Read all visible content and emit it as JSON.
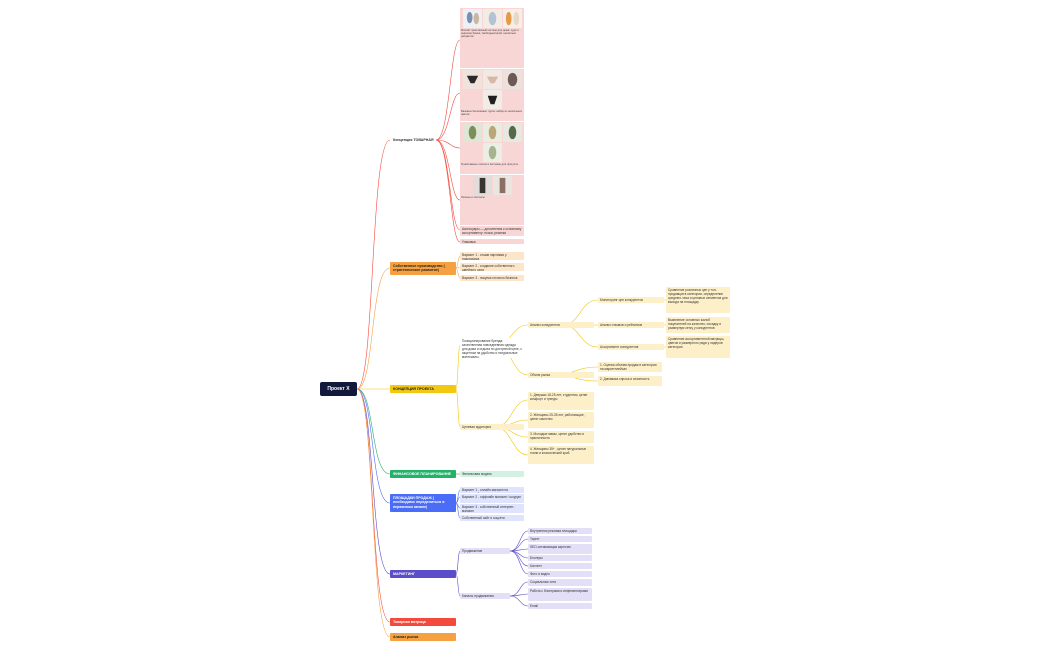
{
  "root": {
    "label": "Проект Х"
  },
  "colors": {
    "red": "#f44a3e",
    "orange": "#f5a142",
    "yellow": "#f2c811",
    "green": "#21b36a",
    "blue": "#4a6cf7",
    "indigo": "#5c4dc8",
    "pink_card": "#f9d6d6",
    "yellow_card": "#fdf0c9",
    "orange_card": "#fde5c9",
    "green_card": "#d3f1e2",
    "blue_card": "#dfe3fb",
    "indigo_card": "#e2dff6"
  },
  "branches": {
    "concept": "Концепция ТОВАРНАЯ",
    "own_production": "Собственное производство ( стратегическое развитие)",
    "project_concept": "КОНЦЕПЦИЯ ПРОЕКТА",
    "finance": "ФИНАНСОВОЕ ПЛАНИРОВАНИЕ",
    "platforms": "ПЛОЩАДКИ ПРОДАЖ ( необходимо определиться в первичном канале)",
    "marketing": "МАРКЕТИНГ",
    "team": "Товарная матрица",
    "market": "Анализ рынка"
  },
  "concept_cards": [
    {
      "caption": "Мягкий трикотажный костюм для дома: худи и широкие брюки, свободный крой, несколько расцветок"
    },
    {
      "caption": "Базовые бесшовные трусы: набор из нескольких цветов"
    },
    {
      "caption": "Трикотажные платья и костюмы для прогулок"
    },
    {
      "caption": "Лосины и леггинсы"
    }
  ],
  "concept_small": [
    "Аксессуары — дополнения к основному ассортименту: носки, резинки",
    "Упаковка"
  ],
  "own_production": [
    "Вариант 1 - отшив партиями у подрядчика",
    "Вариант 2 - создание собственного швейного цеха",
    "Вариант 3 - покупка готового бизнеса"
  ],
  "project_concept": {
    "intro": "Позиционирование бренда: качественная повседневная одежда для дома и отдыха по доступной цене, с акцентом на удобство и натуральные материалы.",
    "competitors": "Анализ конкурентов",
    "market_size": "Объем рынка",
    "audience": "Целевая аудитория",
    "sub_a": "Мониторинг цен конкурентов",
    "sub_b": "Анализ отзывов и рейтингов",
    "sub_c": "Ассортимент конкурентов",
    "notes_a": "Сравнение розничных цен у топ-продавцов в категории, определение среднего чека и ценовых сегментов для выхода на площадку",
    "notes_b": "Выявление основных жалоб покупателей на качество, посадку и размерную сетку у конкурентов",
    "notes_c": "Сравнение ассортиментной матрицы, цветов и размерного ряда у лидеров категории",
    "market_1": "1. Оценка объема продаж в категории на маркетплейсах",
    "market_2": "2. Динамика спроса и сезонность",
    "aud_1": "1. Девушки 18-25 лет, студентки, ценят комфорт и тренды",
    "aud_2": "2. Женщины 25-35 лет, работающие, ценят качество",
    "aud_3": "3. Молодые мамы, ценят удобство и практичность",
    "aud_4": "4. Женщины 35+ , ценят натуральные ткани и классический крой"
  },
  "finance": [
    "Финансовая модель"
  ],
  "platforms": [
    "Вариант 1 - онлайн-магазин на маркетплейсе",
    "Вариант 2 - оффлайн магазин / шоурум",
    "Вариант 3 - собственный интернет-магазин",
    "Собственный сайт и соцсети"
  ],
  "marketing": {
    "promo": "Продвижение",
    "channels": "Каналы продвижения",
    "promo_items": [
      "Внутренняя реклама площадки",
      "Таргет",
      "SEO-оптимизация карточек",
      "Блогеры",
      "Контент",
      "Фото и видео"
    ],
    "channel_items": [
      "Социальные сети",
      "Работа с блогерами и инфлюенсерами",
      "Email"
    ]
  }
}
